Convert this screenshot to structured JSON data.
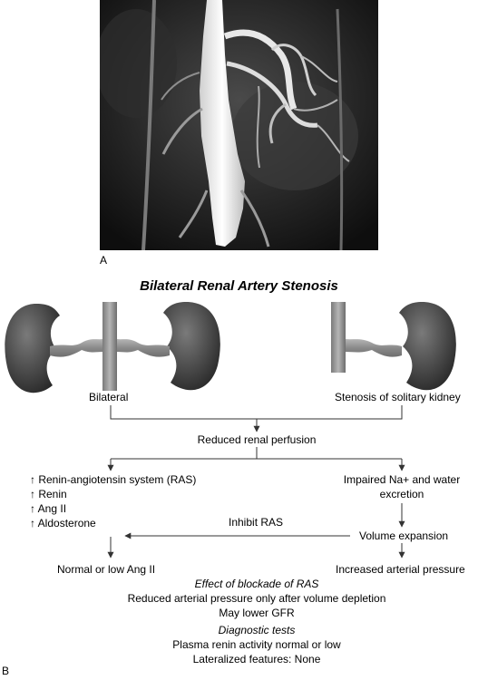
{
  "panel_a_label": "A",
  "panel_b_label": "B",
  "title": "Bilateral Renal Artery Stenosis",
  "left_kidney_caption": "Bilateral",
  "right_kidney_caption": "Stenosis of solitary kidney",
  "reduced_perfusion": "Reduced renal perfusion",
  "left_branch": [
    "↑ Renin-angiotensin system (RAS)",
    "↑ Renin",
    "↑ Ang II",
    "↑ Aldosterone"
  ],
  "right_branch": [
    "Impaired Na+ and water",
    "excretion"
  ],
  "inhibit_ras": "Inhibit RAS",
  "volume_expansion": "Volume expansion",
  "left_outcome": "Normal or low Ang II",
  "right_outcome": "Increased arterial pressure",
  "blockade_heading": "Effect of blockade of RAS",
  "blockade_lines": [
    "Reduced arterial pressure only after volume depletion",
    "May lower GFR"
  ],
  "diagnostic_heading": "Diagnostic tests",
  "diagnostic_lines": [
    "Plasma renin activity normal or low",
    "Lateralized features: None"
  ],
  "colors": {
    "kidney": "#3c3c3c",
    "vessel": "#8c8c8c",
    "line": "#333333"
  }
}
